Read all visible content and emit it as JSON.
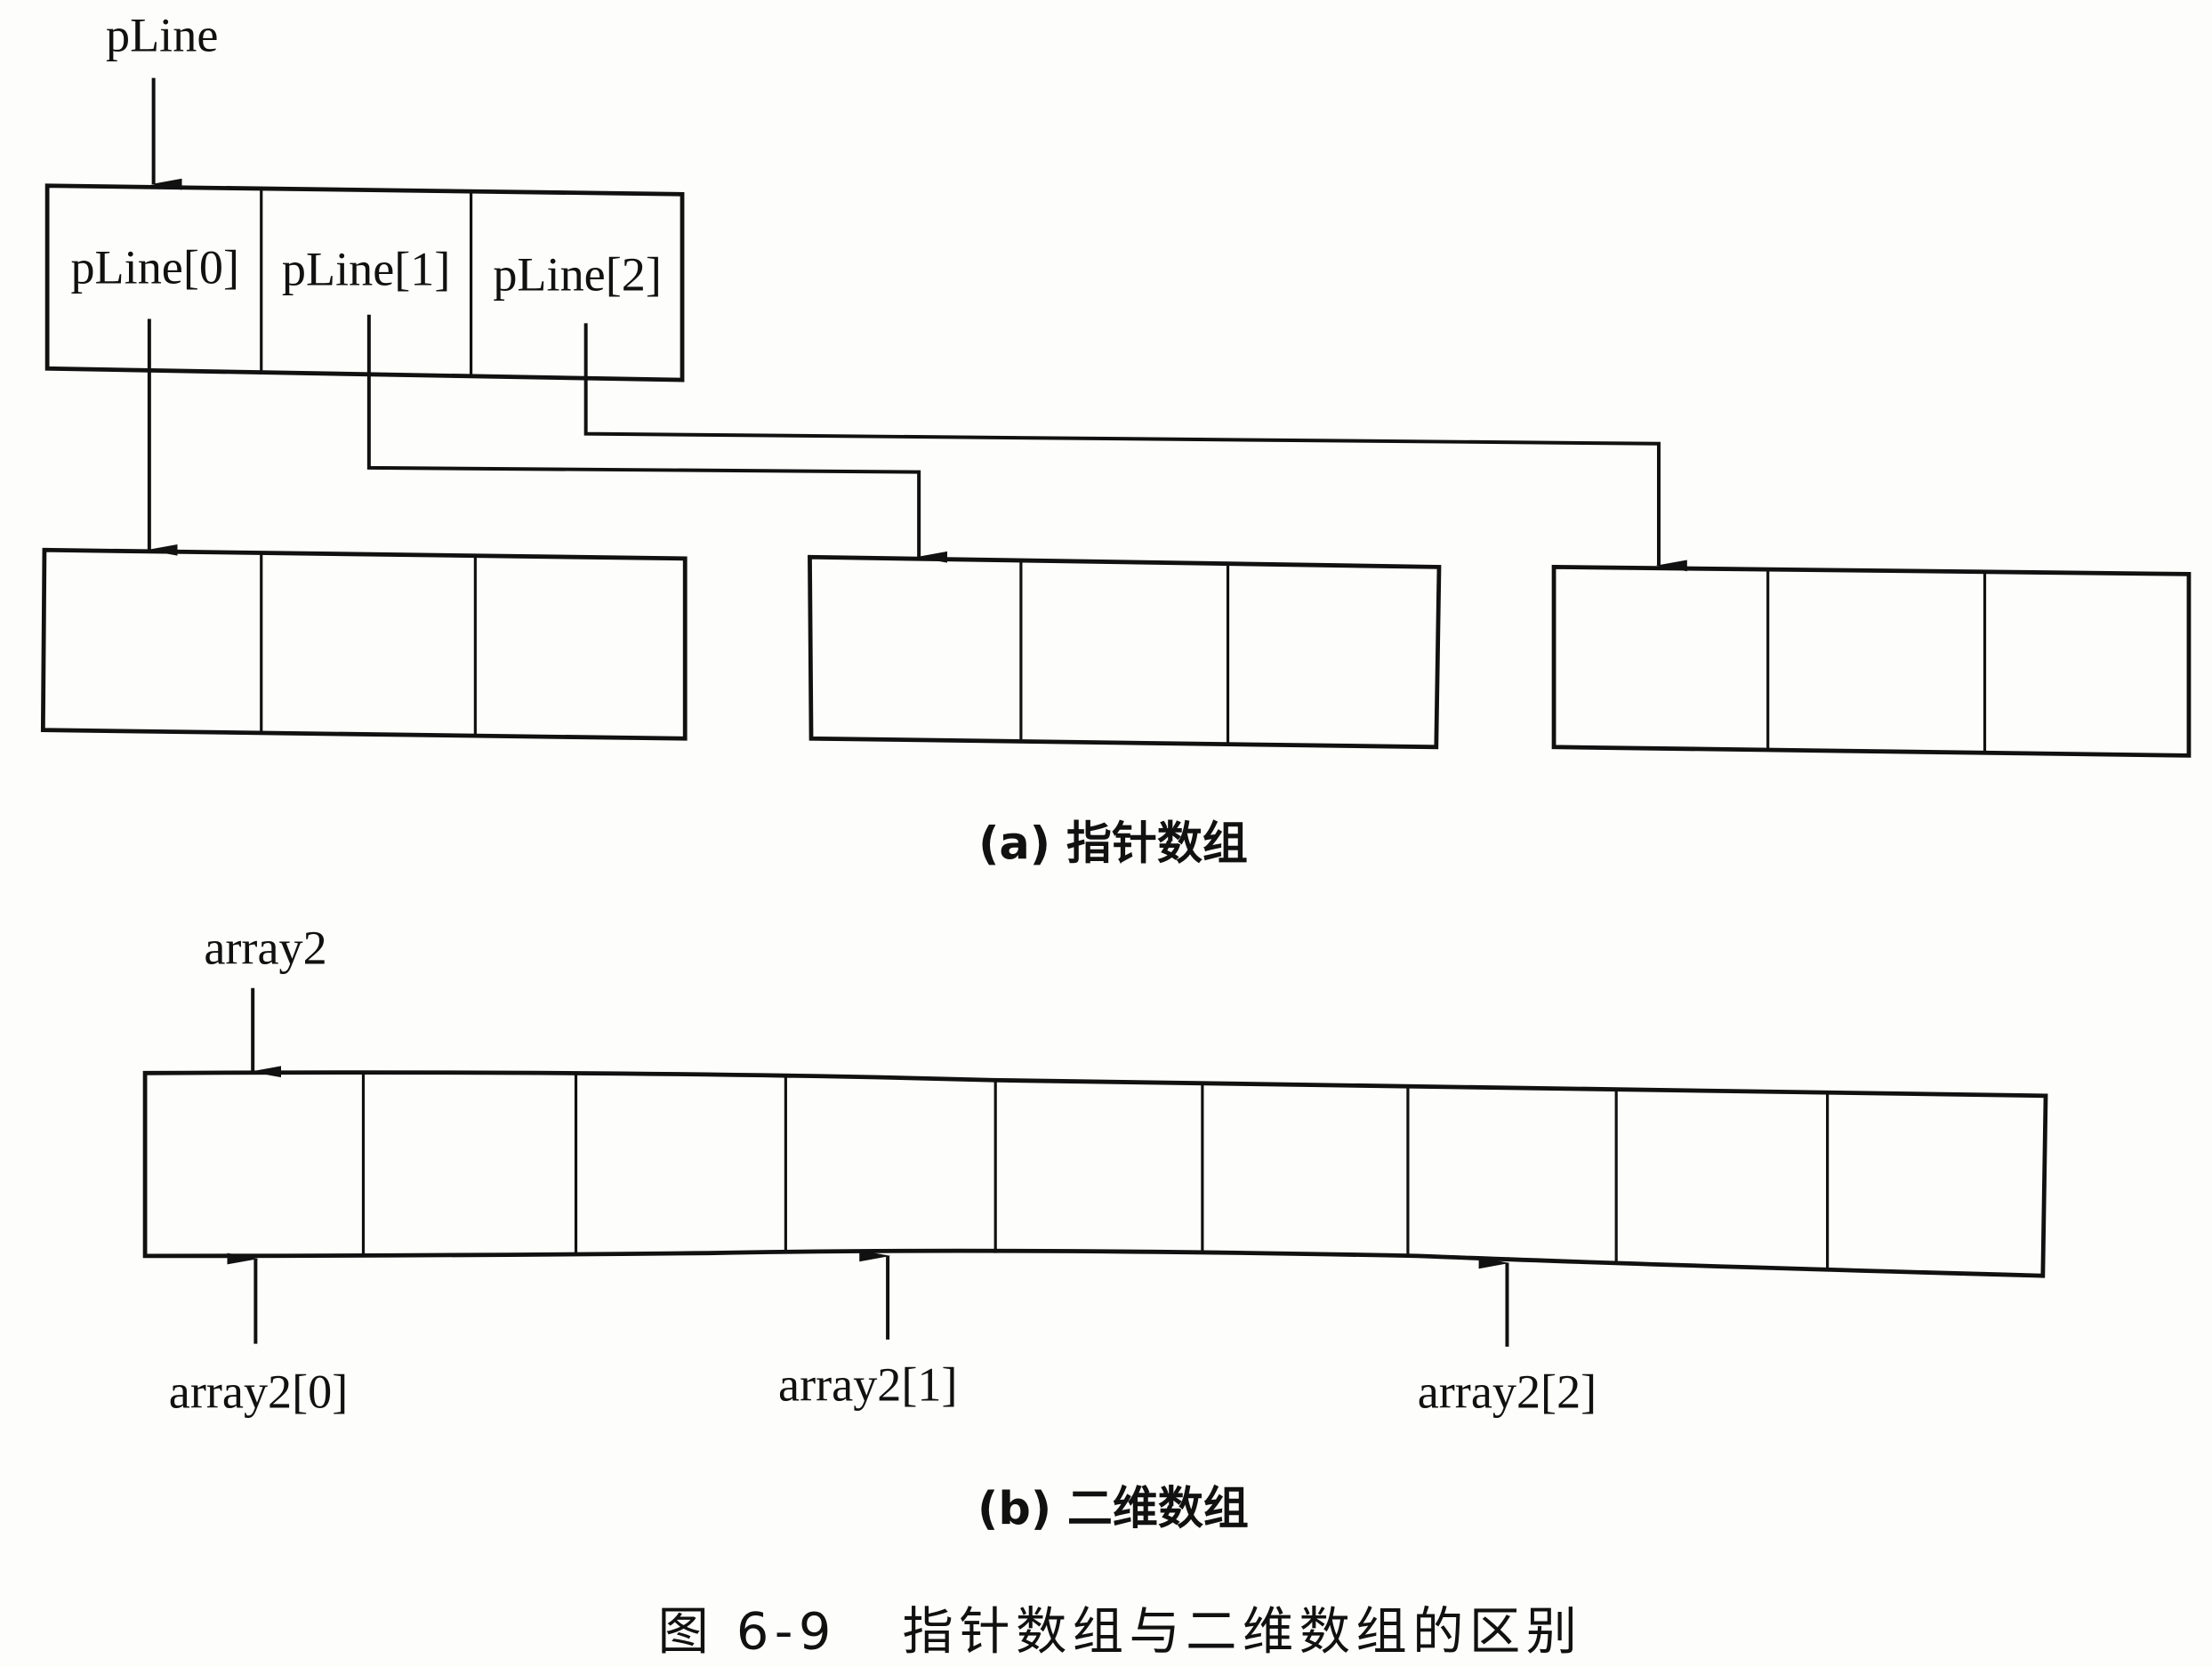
{
  "part_a": {
    "pointer_label": "pLine",
    "cells": [
      "pLine[0]",
      "pLine[1]",
      "pLine[2]"
    ],
    "row_count": 3,
    "row_length": 3,
    "caption": "(a) 指针数组"
  },
  "part_b": {
    "array_label": "array2",
    "cell_count": 9,
    "row_labels": [
      "array2[0]",
      "array2[1]",
      "array2[2]"
    ],
    "caption": "(b) 二维数组"
  },
  "figure_caption": "图 6-9   指针数组与二维数组的区别"
}
